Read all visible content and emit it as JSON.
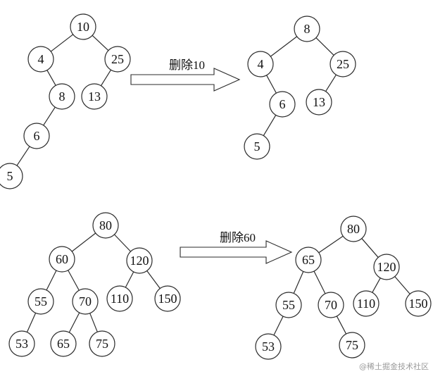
{
  "diagrams": [
    {
      "id": "delete-10",
      "before": {
        "nodes": [
          "10",
          "4",
          "25",
          "8",
          "13",
          "6",
          "5"
        ],
        "edges": [
          [
            "10",
            "4"
          ],
          [
            "10",
            "25"
          ],
          [
            "4",
            "8"
          ],
          [
            "25",
            "13"
          ],
          [
            "8",
            "6"
          ],
          [
            "6",
            "5"
          ]
        ]
      },
      "operation": "删除10",
      "after": {
        "nodes": [
          "8",
          "4",
          "25",
          "6",
          "13",
          "5"
        ],
        "edges": [
          [
            "8",
            "4"
          ],
          [
            "8",
            "25"
          ],
          [
            "4",
            "6"
          ],
          [
            "25",
            "13"
          ],
          [
            "6",
            "5"
          ]
        ]
      }
    },
    {
      "id": "delete-60",
      "before": {
        "nodes": [
          "80",
          "60",
          "120",
          "55",
          "70",
          "110",
          "150",
          "53",
          "65",
          "75"
        ],
        "edges": [
          [
            "80",
            "60"
          ],
          [
            "80",
            "120"
          ],
          [
            "60",
            "55"
          ],
          [
            "60",
            "70"
          ],
          [
            "120",
            "110"
          ],
          [
            "120",
            "150"
          ],
          [
            "55",
            "53"
          ],
          [
            "70",
            "65"
          ],
          [
            "70",
            "75"
          ]
        ]
      },
      "operation": "删除60",
      "after": {
        "nodes": [
          "80",
          "65",
          "120",
          "55",
          "70",
          "110",
          "150",
          "53",
          "75"
        ],
        "edges": [
          [
            "80",
            "65"
          ],
          [
            "80",
            "120"
          ],
          [
            "65",
            "55"
          ],
          [
            "65",
            "70"
          ],
          [
            "120",
            "110"
          ],
          [
            "120",
            "150"
          ],
          [
            "55",
            "53"
          ],
          [
            "70",
            "75"
          ]
        ]
      }
    }
  ],
  "watermark": "@稀土掘金技术社区"
}
